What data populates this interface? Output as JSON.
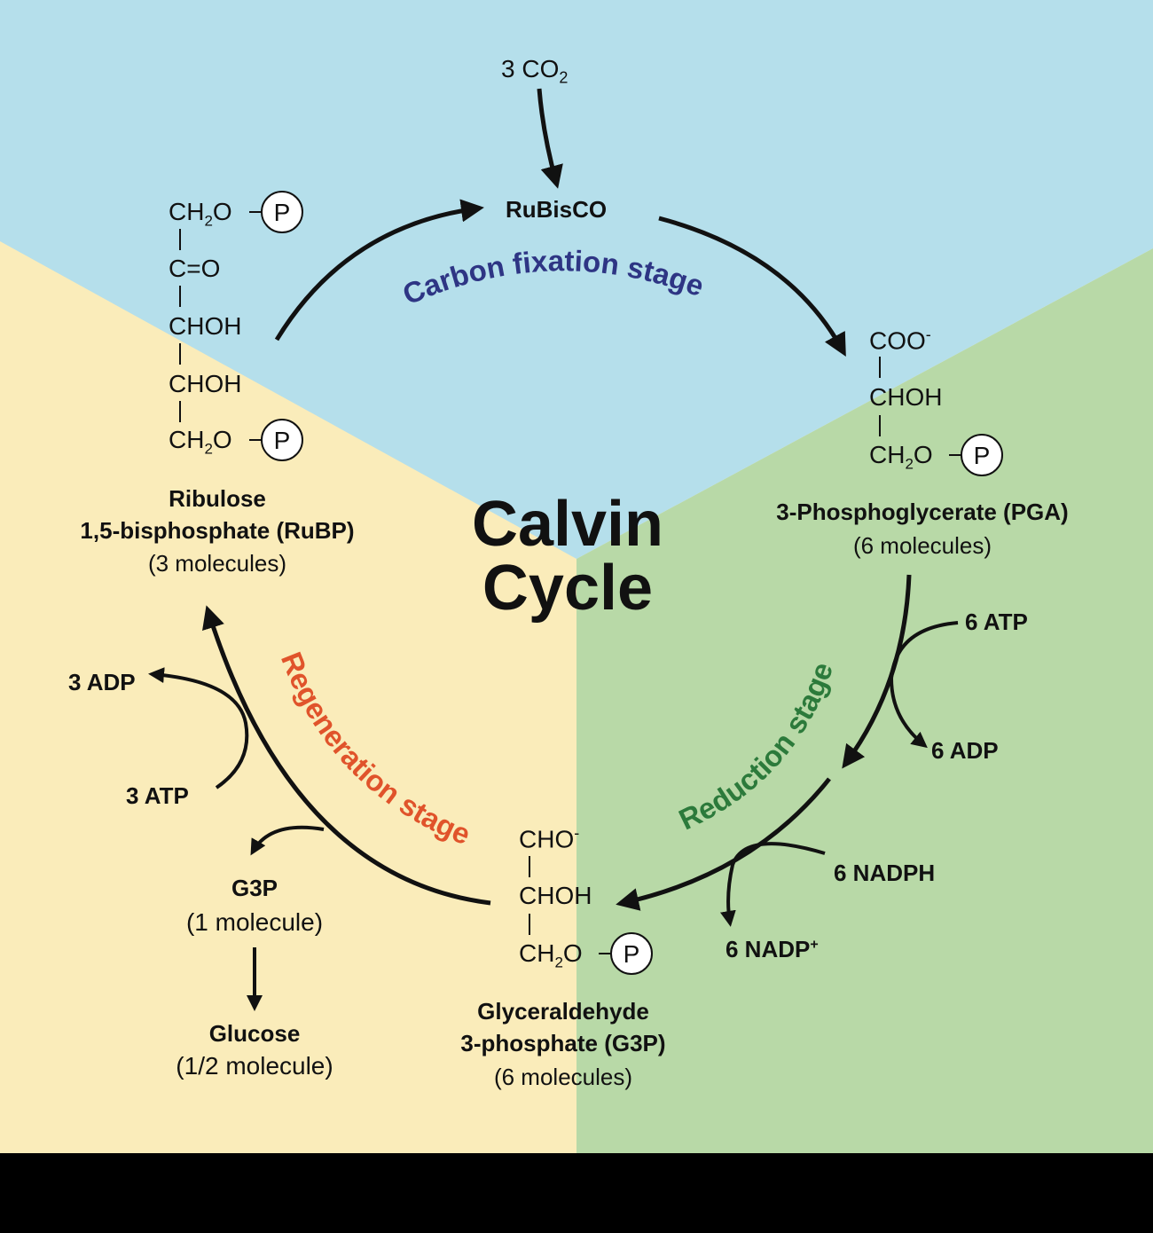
{
  "title": "Calvin Cycle",
  "colors": {
    "fixation_bg": "#b5dfeb",
    "reduction_bg": "#b8d9a7",
    "regeneration_bg": "#faecba",
    "fixation_text": "#2e3584",
    "reduction_text": "#2c7a3b",
    "regeneration_text": "#e0532b"
  },
  "stages": {
    "fixation": "Carbon fixation stage",
    "reduction": "Reduction stage",
    "regeneration": "Regeneration stage"
  },
  "inputs": {
    "co2_coef": "3 CO",
    "co2_sub": "2"
  },
  "enzyme": "RuBisCO",
  "rubp": {
    "formula": {
      "l1a": "CH",
      "l1sub": "2",
      "l1b": "O",
      "l2": "C=O",
      "l3": "CHOH",
      "l4": "CHOH",
      "l5a": "CH",
      "l5sub": "2",
      "l5b": "O"
    },
    "name1": "Ribulose",
    "name2": "1,5-bisphosphate (RuBP)",
    "count": "(3 molecules)"
  },
  "pga": {
    "formula": {
      "l1": "COO",
      "l1sup": "-",
      "l2": "CHOH",
      "l3a": "CH",
      "l3sub": "2",
      "l3b": "O"
    },
    "name": "3-Phosphoglycerate (PGA)",
    "count": "(6 molecules)"
  },
  "g3p": {
    "formula": {
      "l1": "CHO",
      "l1sup": "-",
      "l2": "CHOH",
      "l3a": "CH",
      "l3sub": "2",
      "l3b": "O"
    },
    "name1": "Glyceraldehyde",
    "name2": "3-phosphate (G3P)",
    "count": "(6 molecules)"
  },
  "phosphate": "P",
  "cofactors": {
    "atp6": "6 ATP",
    "adp6": "6 ADP",
    "nadph6": "6 NADPH",
    "nadp6": "6 NADP",
    "nadp6_sup": "+",
    "adp3": "3 ADP",
    "atp3": "3 ATP"
  },
  "output": {
    "g3p": "G3P",
    "g3p_count": "(1 molecule)",
    "glucose": "Glucose",
    "glucose_count": "(1/2 molecule)"
  }
}
